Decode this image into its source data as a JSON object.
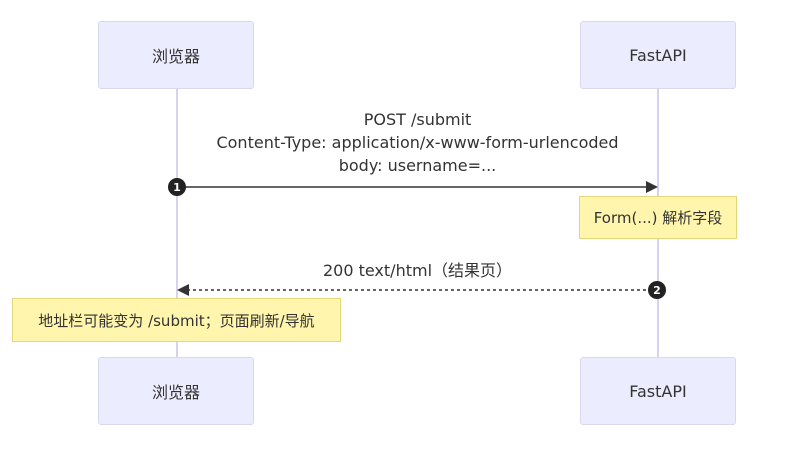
{
  "participants": [
    {
      "id": "browser",
      "label": "浏览器"
    },
    {
      "id": "fastapi",
      "label": "FastAPI"
    }
  ],
  "messages": [
    {
      "seq": "1",
      "from": "browser",
      "to": "fastapi",
      "style": "solid",
      "lines": [
        "POST /submit",
        "Content-Type: application/x-www-form-urlencoded",
        "body: username=..."
      ]
    },
    {
      "seq": "2",
      "from": "fastapi",
      "to": "browser",
      "style": "dashed",
      "lines": [
        "200 text/html（结果页）"
      ]
    }
  ],
  "notes": [
    {
      "over": "fastapi",
      "text": "Form(...) 解析字段"
    },
    {
      "over": "browser",
      "text": "地址栏可能变为 /submit；页面刷新/导航"
    }
  ],
  "colors": {
    "actor_fill": "#ececff",
    "actor_border": "#d8d8f0",
    "lifeline": "#d4d4ee",
    "note_fill": "#fff5ad",
    "note_border": "#e3d77a",
    "arrow": "#333333",
    "badge": "#222222"
  }
}
